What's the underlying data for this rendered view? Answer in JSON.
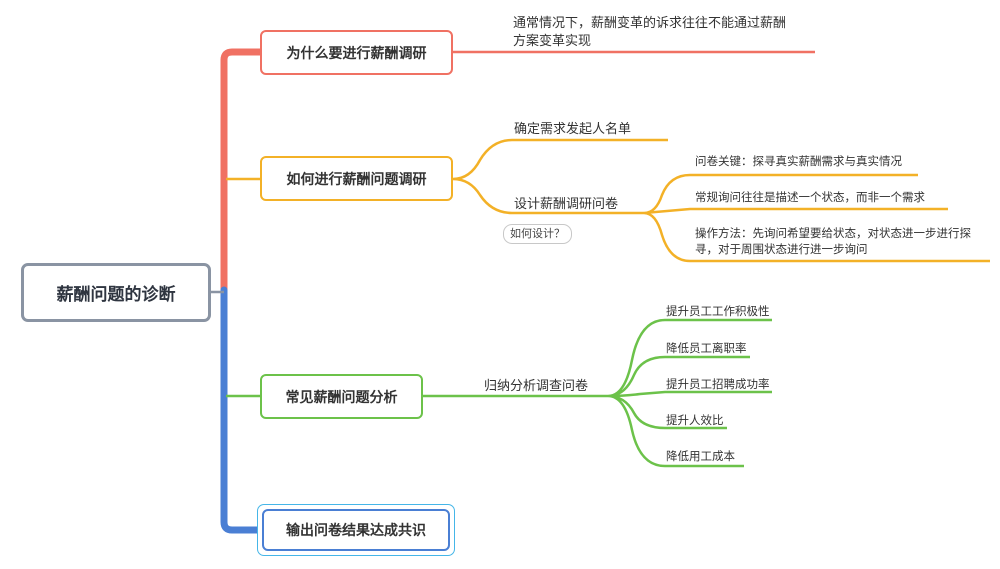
{
  "root": {
    "label": "薪酬问题的诊断"
  },
  "branches": [
    {
      "label": "为什么要进行薪酬调研",
      "color": "#f07163",
      "children": [
        {
          "line1": "通常情况下，薪酬变革的诉求往往不能通过薪酬",
          "line2": "方案变革实现"
        }
      ]
    },
    {
      "label": "如何进行薪酬问题调研",
      "color": "#f3b127",
      "children": [
        {
          "label": "确定需求发起人名单"
        },
        {
          "label": "设计薪酬调研问卷",
          "tag": "如何设计？",
          "children": [
            {
              "label": "问卷关键：探寻真实薪酬需求与真实情况"
            },
            {
              "label": "常规询问往往是描述一个状态，而非一个需求"
            },
            {
              "line1": "操作方法：先询问希望要给状态，对状态进一步进行探",
              "line2": "寻，对于周围状态进行进一步询问"
            }
          ]
        }
      ]
    },
    {
      "label": "常见薪酬问题分析",
      "color": "#6cc24a",
      "children": [
        {
          "label": "归纳分析调查问卷",
          "children": [
            {
              "label": "提升员工工作积极性"
            },
            {
              "label": "降低员工离职率"
            },
            {
              "label": "提升员工招聘成功率"
            },
            {
              "label": "提升人效比"
            },
            {
              "label": "降低用工成本"
            }
          ]
        }
      ]
    },
    {
      "label": "输出问卷结果达成共识",
      "color": "#4a7fd4"
    }
  ],
  "colors": {
    "root_border": "#8a94a3",
    "selection_outline": "#45b6e8"
  }
}
